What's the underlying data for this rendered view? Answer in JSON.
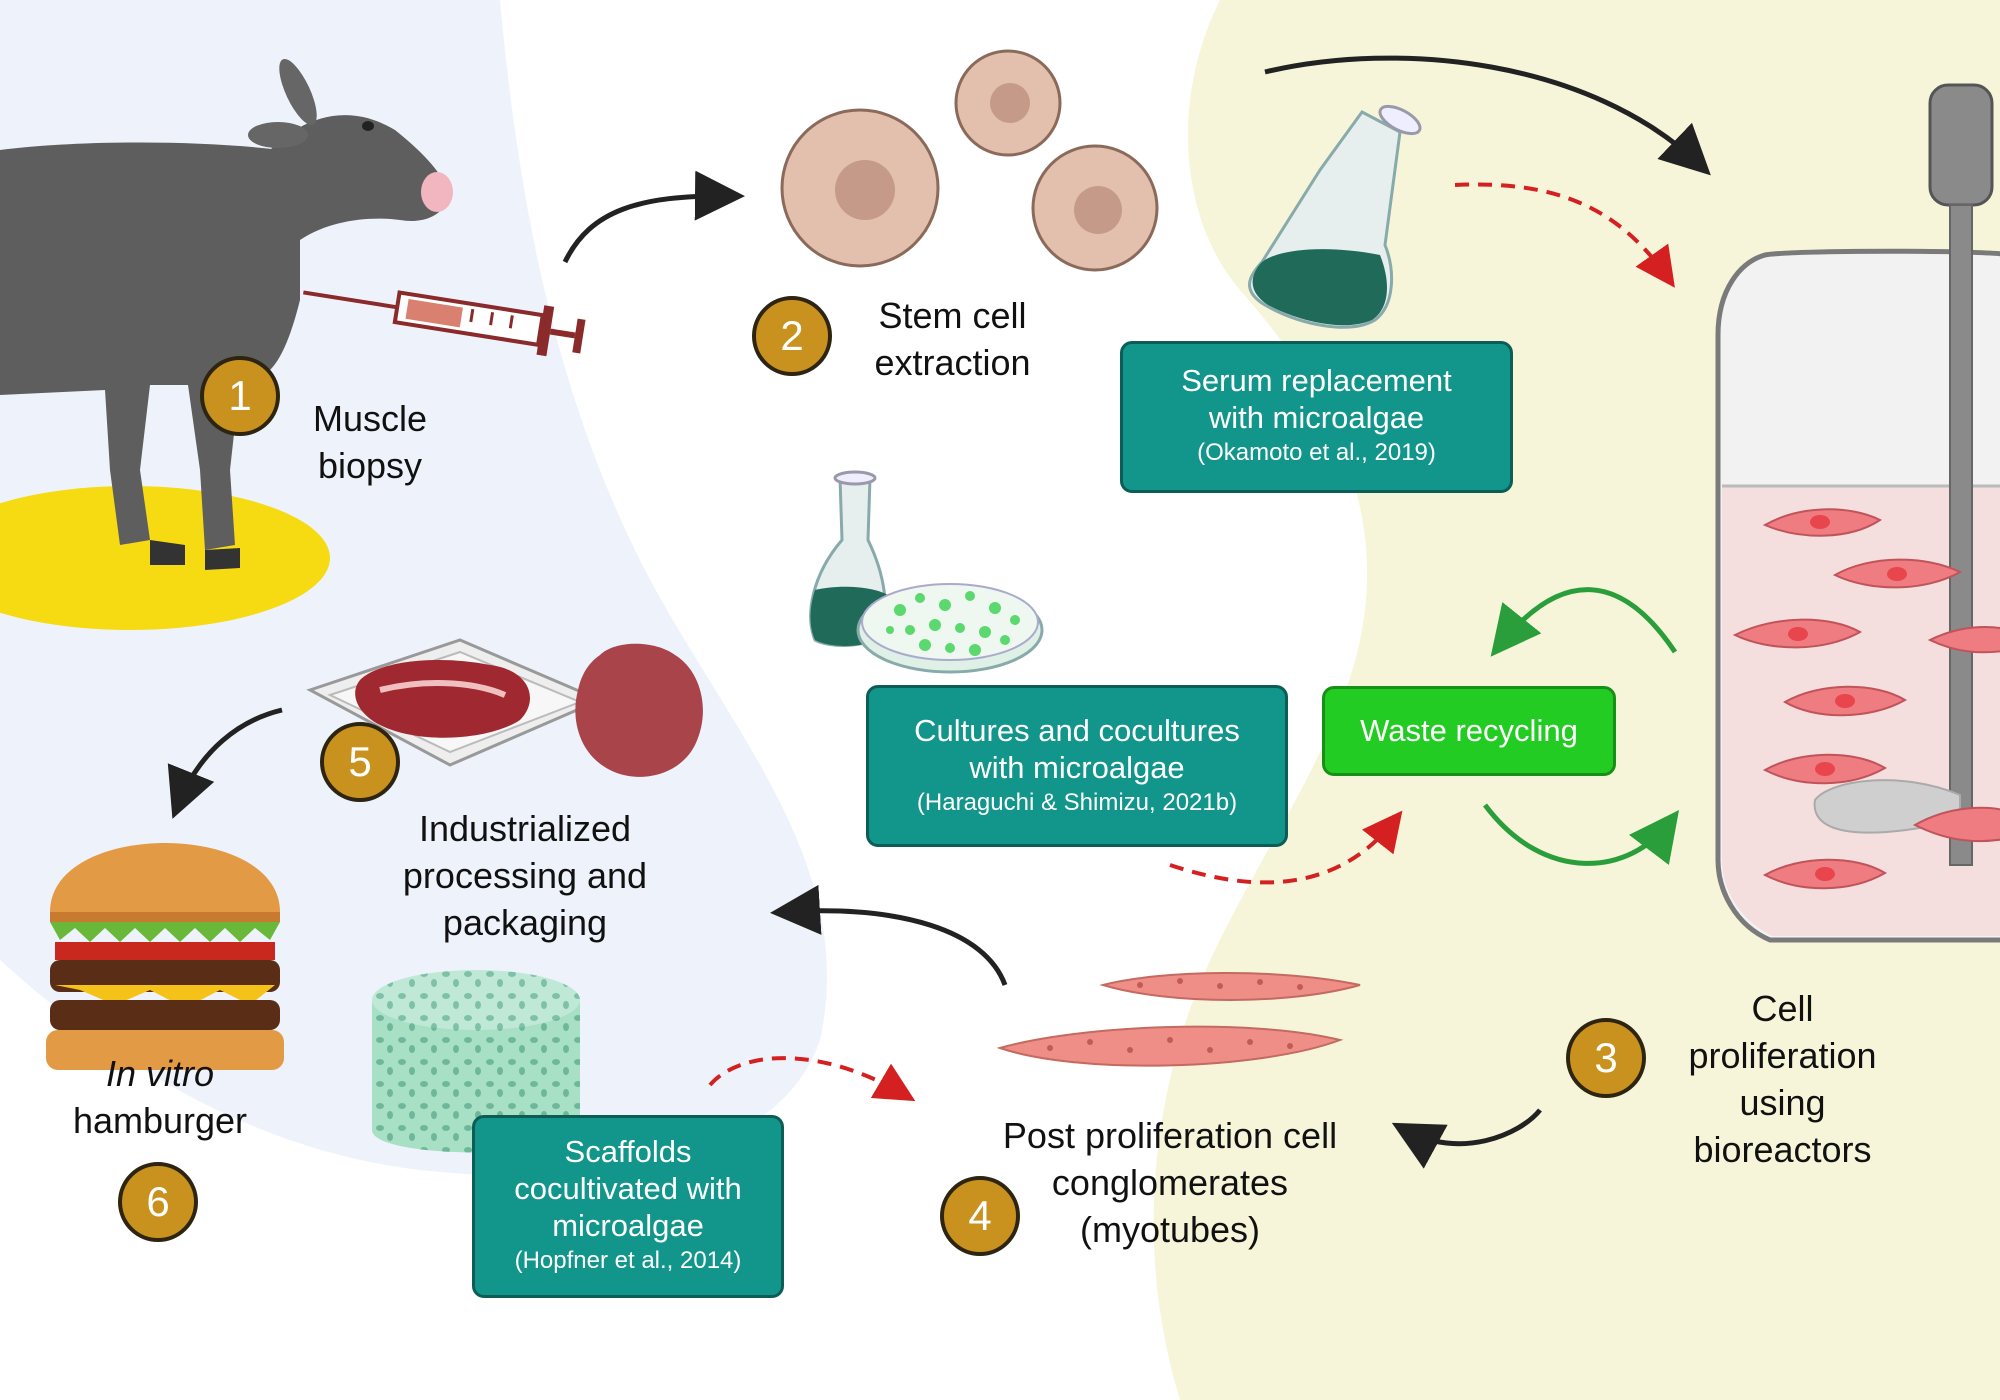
{
  "steps": [
    {
      "number": "1",
      "lines": [
        "Muscle",
        "biopsy"
      ]
    },
    {
      "number": "2",
      "lines": [
        "Stem cell",
        "extraction"
      ]
    },
    {
      "number": "3",
      "lines": [
        "Cell",
        "proliferation",
        "using",
        "bioreactors"
      ]
    },
    {
      "number": "4",
      "lines": [
        "Post proliferation cell",
        "conglomerates",
        "(myotubes)"
      ]
    },
    {
      "number": "5",
      "lines": [
        "Industrialized",
        "processing and",
        "packaging"
      ]
    },
    {
      "number": "6",
      "lines": [
        "In vitro",
        "hamburger"
      ]
    }
  ],
  "boxes": {
    "serum": {
      "lines": [
        "Serum replacement",
        "with microalgae"
      ],
      "citation": "(Okamoto et al., 2019)"
    },
    "cultures": {
      "lines": [
        "Cultures and cocultures",
        "with microalgae"
      ],
      "citation": "(Haraguchi & Shimizu, 2021b)"
    },
    "scaffolds": {
      "lines": [
        "Scaffolds",
        "cocultivated with",
        "microalgae"
      ],
      "citation": "(Hopfner et al., 2014)"
    },
    "waste": {
      "label": "Waste recycling"
    }
  },
  "colors": {
    "badge": "#c9921f",
    "teal_box": "#12958a",
    "green_box": "#22cc22",
    "blue_region": "#eef3fb",
    "yellow_region": "#f6f5d9",
    "cell": "#e3bfae",
    "arrow_dark": "#222222",
    "arrow_red": "#d42020",
    "arrow_green": "#2a9e3a"
  },
  "icons": [
    "cow-icon",
    "syringe-icon",
    "stem-cell-icon",
    "flask-icon",
    "petri-dish-icon",
    "bioreactor-icon",
    "myotube-icon",
    "meat-tray-icon",
    "hamburger-icon",
    "scaffold-icon"
  ]
}
